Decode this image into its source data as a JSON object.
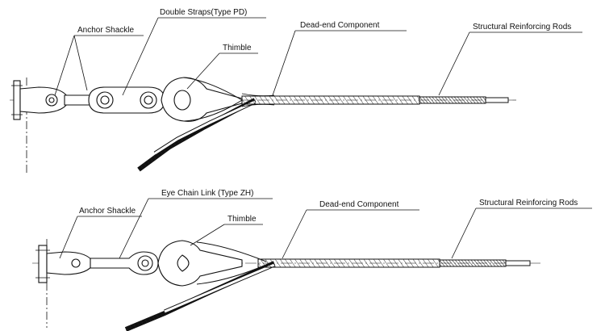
{
  "diagram_top": {
    "anchor_shackle": "Anchor Shackle",
    "double_straps": "Double Straps(Type PD)",
    "thimble": "Thimble",
    "dead_end_component": "Dead-end Component",
    "structural_reinforcing_rods": "Structural Reinforcing Rods"
  },
  "diagram_bottom": {
    "anchor_shackle": "Anchor Shackle",
    "eye_chain_link": "Eye Chain Link (Type ZH)",
    "thimble": "Thimble",
    "dead_end_component": "Dead-end Component",
    "structural_reinforcing_rods": "Structural Reinforcing Rods"
  },
  "colors": {
    "line": "#111111",
    "background": "#ffffff"
  }
}
